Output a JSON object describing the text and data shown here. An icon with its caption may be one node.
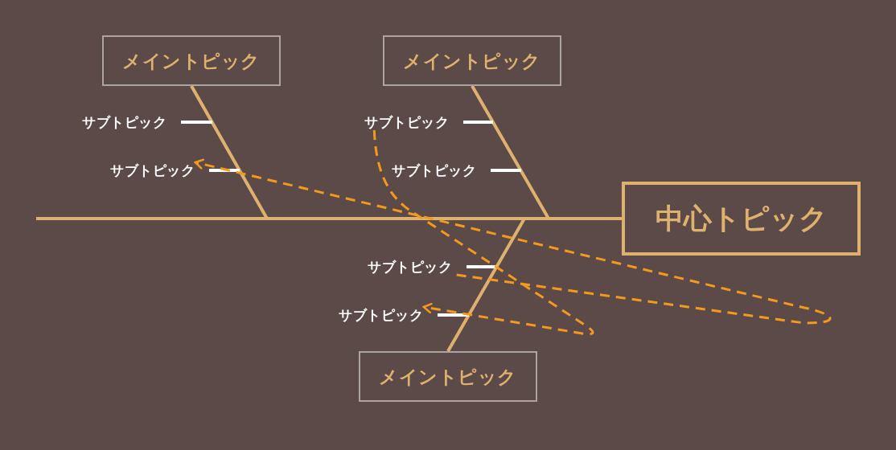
{
  "diagram": {
    "nodes": [
      {
        "text": [
          "メイントピック"
        ]
      },
      {
        "text": [
          "サブトピック"
        ]
      },
      {
        "text": [
          "サブトピック"
        ]
      },
      {
        "text": [
          "メイントピック"
        ]
      },
      {
        "text": [
          "サブトピック"
        ]
      },
      {
        "text": [
          "サブトピック"
        ]
      },
      {
        "text": [
          "中心トピック"
        ]
      },
      {
        "text": [
          "サブトピック"
        ]
      },
      {
        "text": [
          "サブトピック"
        ]
      },
      {
        "text": [
          "メイントピック"
        ]
      }
    ],
    "edges": [
      {
        "from": 6,
        "to": null,
        "arrow": "none",
        "color": "#deb26e"
      },
      {
        "from": 0,
        "to": null,
        "arrow": "none",
        "color": "#deb26e"
      },
      {
        "from": 3,
        "to": null,
        "arrow": "none",
        "color": "#deb26e"
      },
      {
        "from": 9,
        "to": null,
        "arrow": "none",
        "color": "#deb26e"
      },
      {
        "from": 1,
        "to": null,
        "arrow": "none"
      },
      {
        "from": 2,
        "to": null,
        "arrow": "none"
      },
      {
        "from": 4,
        "to": null,
        "arrow": "none"
      },
      {
        "from": 5,
        "to": null,
        "arrow": "none"
      },
      {
        "from": 7,
        "to": null,
        "arrow": "none"
      },
      {
        "from": 8,
        "to": null,
        "arrow": "none"
      },
      {
        "from": 7,
        "to": 2,
        "arrow": "to",
        "style": "dashed",
        "color": "#f39a1d"
      },
      {
        "from": 4,
        "to": 8,
        "arrow": "to",
        "style": "dashed",
        "color": "#f39a1d"
      }
    ]
  }
}
